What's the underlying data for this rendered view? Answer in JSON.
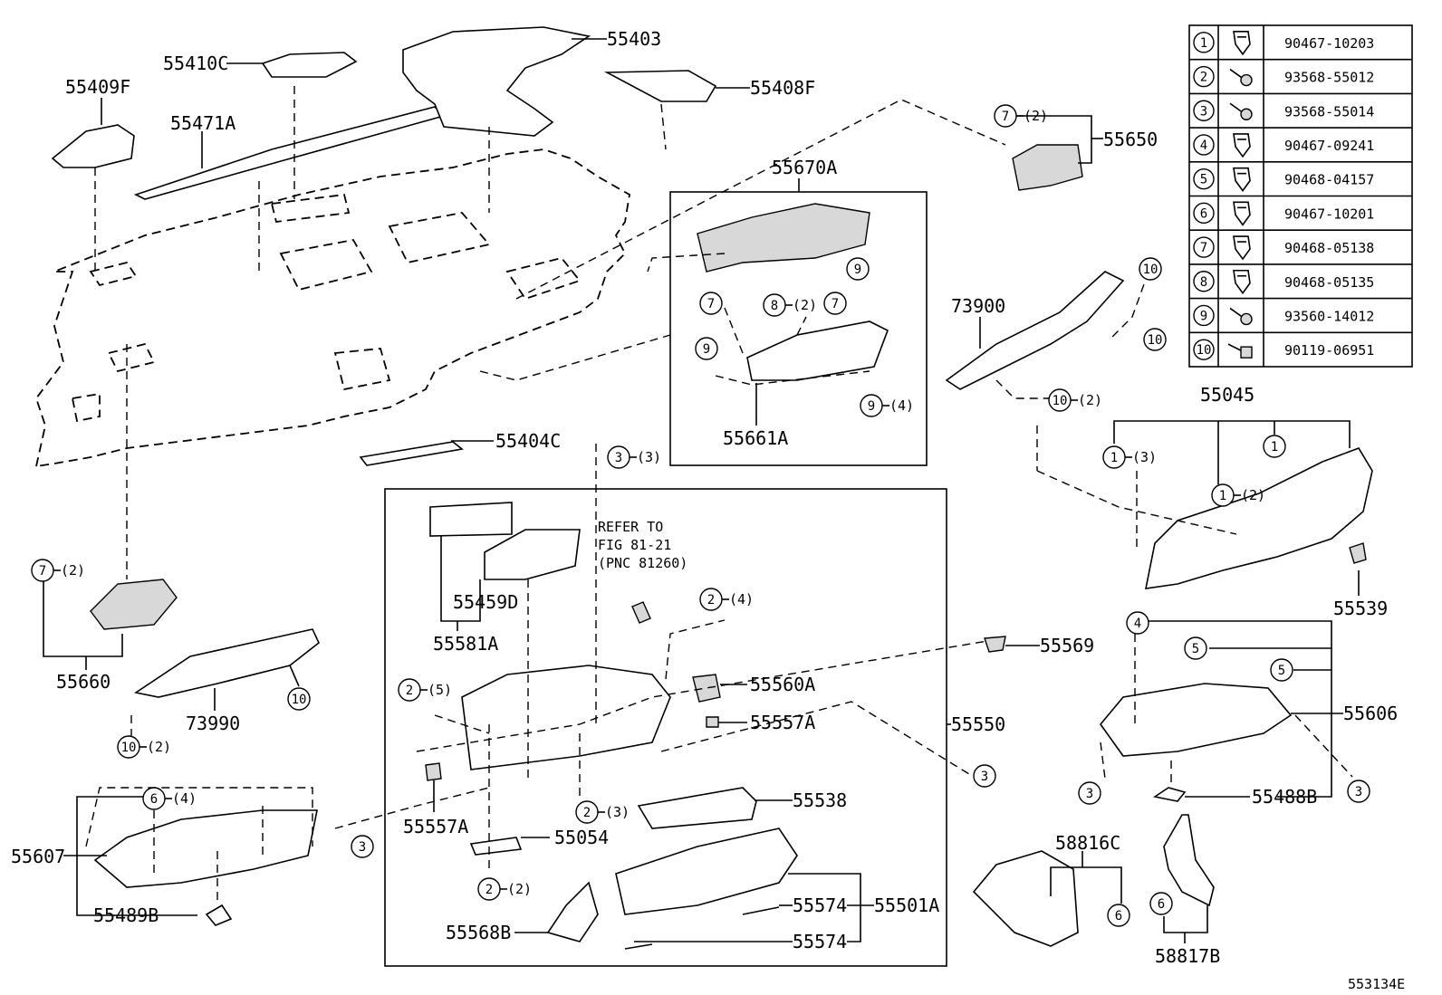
{
  "diagram_id": "553134E",
  "fasteners": [
    {
      "num": "1",
      "part": "90467-10203",
      "icon": "clip-icon"
    },
    {
      "num": "2",
      "part": "93568-55012",
      "icon": "screw-icon"
    },
    {
      "num": "3",
      "part": "93568-55014",
      "icon": "screw-icon"
    },
    {
      "num": "4",
      "part": "90467-09241",
      "icon": "clip-icon"
    },
    {
      "num": "5",
      "part": "90468-04157",
      "icon": "clip-icon"
    },
    {
      "num": "6",
      "part": "90467-10201",
      "icon": "clip-icon"
    },
    {
      "num": "7",
      "part": "90468-05138",
      "icon": "clip-icon"
    },
    {
      "num": "8",
      "part": "90468-05135",
      "icon": "clip-icon"
    },
    {
      "num": "9",
      "part": "93560-14012",
      "icon": "screw-icon"
    },
    {
      "num": "10",
      "part": "90119-06951",
      "icon": "bolt-icon"
    }
  ],
  "part_labels": {
    "p55403": "55403",
    "p55410C": "55410C",
    "p55409F": "55409F",
    "p55471A": "55471A",
    "p55408F": "55408F",
    "p55650": "55650",
    "p55670A": "55670A",
    "p55661A": "55661A",
    "p73900": "73900",
    "p55045": "55045",
    "p55539": "55539",
    "p55404C": "55404C",
    "p55660": "55660",
    "p73990": "73990",
    "p55607": "55607",
    "p55489B": "55489B",
    "p55459D": "55459D",
    "p55581A": "55581A",
    "p55560A": "55560A",
    "p55557A_r": "55557A",
    "p55569": "55569",
    "p55550": "55550",
    "p55557A_l": "55557A",
    "p55538": "55538",
    "p55054": "55054",
    "p55574_a": "55574",
    "p55574_b": "55574",
    "p55501A": "55501A",
    "p55568B": "55568B",
    "p55606": "55606",
    "p55488B": "55488B",
    "p58816C": "58816C",
    "p58817B": "58817B"
  },
  "refer_note": [
    "REFER TO",
    "FIG 81-21",
    "(PNC 81260)"
  ],
  "qty": {
    "q2": "(2)",
    "q3": "(3)",
    "q4": "(4)",
    "q5": "(5)"
  }
}
